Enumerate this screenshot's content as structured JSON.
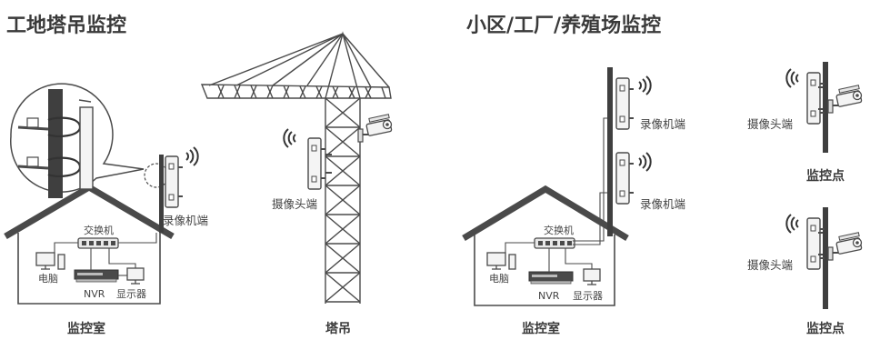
{
  "left": {
    "title": "工地塔吊监控",
    "house_caption": "监控室",
    "crane_caption": "塔吊",
    "switch_label": "交换机",
    "pc_label": "电脑",
    "nvr_label": "NVR",
    "monitor_label": "显示器",
    "bridge_label": "录像机端",
    "camera_label": "摄像头端"
  },
  "right": {
    "title": "小区/工厂/养殖场监控",
    "house_caption": "监控室",
    "switch_label": "交换机",
    "pc_label": "电脑",
    "nvr_label": "NVR",
    "monitor_label": "显示器",
    "bridge_label_1": "录像机端",
    "bridge_label_2": "录像机端",
    "camera_label_1": "摄像头端",
    "camera_label_2": "摄像头端",
    "point_caption_1": "监控点",
    "point_caption_2": "监控点"
  },
  "colors": {
    "line": "#4a4a4a",
    "fill_light": "#f2f2f2",
    "pole": "#3f3f3f"
  }
}
